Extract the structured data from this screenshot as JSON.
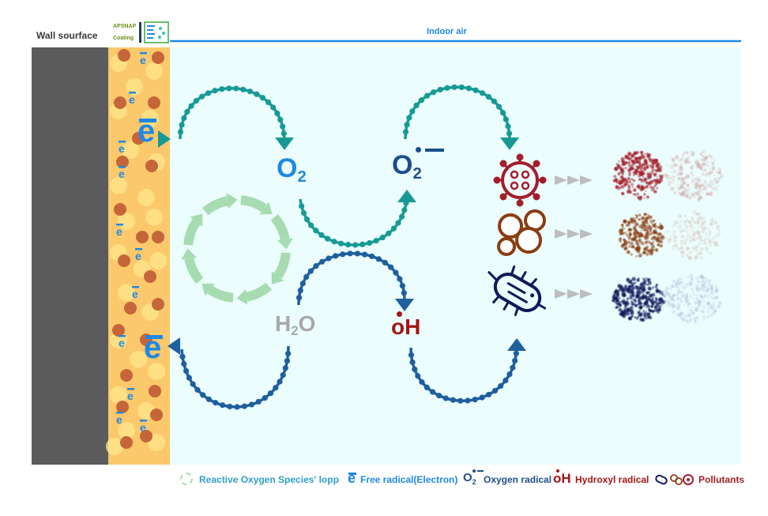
{
  "header": {
    "wall_label": "Wall sourface",
    "air_label": "Indoor air",
    "logo_top": "APSNAP",
    "logo_bottom": "Coating"
  },
  "species": {
    "electron": "e",
    "oxygen": "O",
    "oxygen_sub": "2",
    "water_h": "H",
    "water_sub": "2",
    "water_o": "O",
    "hydroxyl": "oH"
  },
  "legend": {
    "ros_loop": "Reactive Oxygen Species' lopp",
    "free_radical": "Free radical(Electron)",
    "oxygen_radical": "Oxygen radical",
    "hydroxyl_radical": "Hydroxyl radical",
    "pollutants": "Pollutants"
  },
  "colors": {
    "wall": "#5b5b5b",
    "coating": "#fbc86b",
    "indoor_air": "#ebfdfd",
    "teal": "#179a96",
    "dark_blue": "#1e5f9e",
    "electron_blue": "#1e88e5",
    "oxygen_blue": "#1e88e5",
    "oxygen_radical": "#1b4f8a",
    "water_grey": "#a8a8a8",
    "hydroxyl_red": "#a31515",
    "loop_green": "#a6dcb0",
    "pollutant_red": "#a31e2a",
    "pollutant_brown": "#8a3d12",
    "pollutant_navy": "#12175a"
  },
  "icons": [
    "virus-icon",
    "cell-cluster-icon",
    "bacteria-icon",
    "arrow-right-icon"
  ]
}
